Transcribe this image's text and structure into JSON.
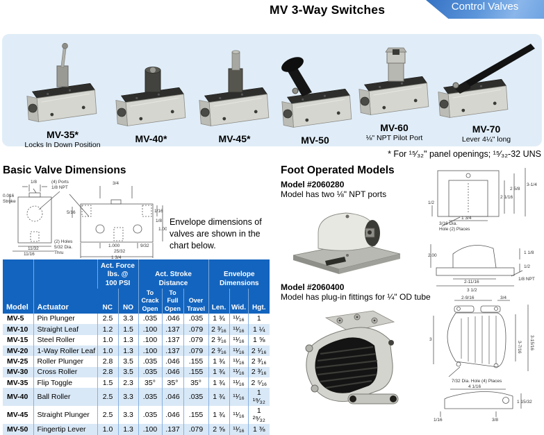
{
  "page": {
    "title": "MV 3-Way Switches",
    "tab_label": "Control Valves",
    "footnote": "* For  ¹⁵⁄₃₂\" panel openings; ¹⁵⁄₃₂-32 UNS"
  },
  "products": [
    {
      "name": "MV-35*",
      "caption": "Locks In Down Position"
    },
    {
      "name": "MV-40*",
      "caption": ""
    },
    {
      "name": "MV-45*",
      "caption": ""
    },
    {
      "name": "MV-50",
      "caption": ""
    },
    {
      "name": "MV-60",
      "caption": "⅛\" NPT Pilot Port"
    },
    {
      "name": "MV-70",
      "caption": "Lever 4¼\" long"
    }
  ],
  "dimensions_section": {
    "heading": "Basic Valve Dimensions",
    "caption": "Envelope dimensions of valves are shown in the chart below.",
    "labels": {
      "d18": "1/8",
      "ports1": "(4) Ports",
      "ports2": "1/8 NPT",
      "stroke1": "0.016",
      "stroke2": "Stroke",
      "d1132": "11/32",
      "d1116": "11/16",
      "d34": "3/4",
      "d516": "5/16",
      "holes1": "(2) Holes",
      "holes2": "5/32 Dia.",
      "holes3": "Thru",
      "d116": "1/16",
      "d18b": "1/8",
      "d1000r": "1.000",
      "d1000b": "1.000",
      "d2532": "25/32",
      "d932": "9/32",
      "d134": "1 3/4"
    }
  },
  "table": {
    "headers": {
      "model": "Model",
      "actuator": "Actuator",
      "force_group": "Act. Force\nlbs. @\n100 PSI",
      "stroke_group": "Act. Stroke\nDistance",
      "envelope_group": "Envelope\nDimensions",
      "nc": "NC",
      "no": "NO",
      "crack": "To\nCrack\nOpen",
      "full": "To\nFull\nOpen",
      "over": "Over\nTravel",
      "len": "Len.",
      "wid": "Wid.",
      "hgt": "Hgt."
    },
    "rows": [
      [
        "MV-5",
        "Pin Plunger",
        "2.5",
        "3.3",
        ".035",
        ".046",
        ".035",
        "1 ¾",
        "¹¹⁄₁₆",
        "1"
      ],
      [
        "MV-10",
        "Straight Leaf",
        "1.2",
        "1.5",
        ".100",
        ".137",
        ".079",
        "2 ³⁄₁₆",
        "¹¹⁄₁₆",
        "1 ¼"
      ],
      [
        "MV-15",
        "Steel Roller",
        "1.0",
        "1.3",
        ".100",
        ".137",
        ".079",
        "2 ³⁄₁₆",
        "¹¹⁄₁₆",
        "1 ⅝"
      ],
      [
        "MV-20",
        "1-Way Roller Leaf",
        "1.0",
        "1.3",
        ".100",
        ".137",
        ".079",
        "2 ³⁄₁₆",
        "¹¹⁄₁₆",
        "2 ¹⁄₁₆"
      ],
      [
        "MV-25",
        "Roller Plunger",
        "2.8",
        "3.5",
        ".035",
        ".046",
        ".155",
        "1 ¾",
        "¹¹⁄₁₆",
        "2 ³⁄₁₆"
      ],
      [
        "MV-30",
        "Cross Roller",
        "2.8",
        "3.5",
        ".035",
        ".046",
        ".155",
        "1 ¾",
        "¹¹⁄₁₆",
        "2 ³⁄₁₆"
      ],
      [
        "MV-35",
        "Flip Toggle",
        "1.5",
        "2.3",
        "35°",
        "35°",
        "35°",
        "1 ¾",
        "¹¹⁄₁₆",
        "2 ⁵⁄₁₆"
      ],
      [
        "MV-40",
        "Ball Roller",
        "2.5",
        "3.3",
        ".035",
        ".046",
        ".035",
        "1 ¾",
        "¹¹⁄₁₆",
        "1 ¹⁹⁄₃₂"
      ],
      [
        "MV-45",
        "Straight Plunger",
        "2.5",
        "3.3",
        ".035",
        ".046",
        ".155",
        "1 ¾",
        "¹¹⁄₁₆",
        "1 ²⁹⁄₃₂"
      ],
      [
        "MV-50",
        "Fingertip Lever",
        "1.0",
        "1.3",
        ".100",
        ".137",
        ".079",
        "2 ⅝",
        "¹¹⁄₁₆",
        "1 ⅜"
      ]
    ]
  },
  "foot_section": {
    "heading": "Foot Operated Models",
    "model1": {
      "number": "Model #2060280",
      "desc": "Model has two ⅛\" NPT ports",
      "labels": {
        "d2116": "2 1/16",
        "d258": "2 5/8",
        "d314": "3-1/4",
        "d12a": "1/2",
        "hole1": "3/16 Dia.",
        "hole2": "Hole (2) Places",
        "d134": "1 3/4",
        "d200": "2.00",
        "d21116": "2-11/16",
        "d312": "3 1/2",
        "d118": "1 1/8",
        "d12b": "1/2",
        "npt": "1/8 NPT"
      }
    },
    "model2": {
      "number": "Model #2060400",
      "desc": "Model has plug-in fittings for ¼\" OD tube",
      "labels": {
        "d2916": "2-9/16",
        "d34": "3/4",
        "d3": "3",
        "d3716": "3-7/16",
        "d31516": "3-15/16",
        "hole": "7/32 Dia. Hole (4) Places",
        "d4116": "4 1/16",
        "d11532": "1 15/32",
        "d116": "1/16",
        "d38": "3/8"
      }
    }
  }
}
